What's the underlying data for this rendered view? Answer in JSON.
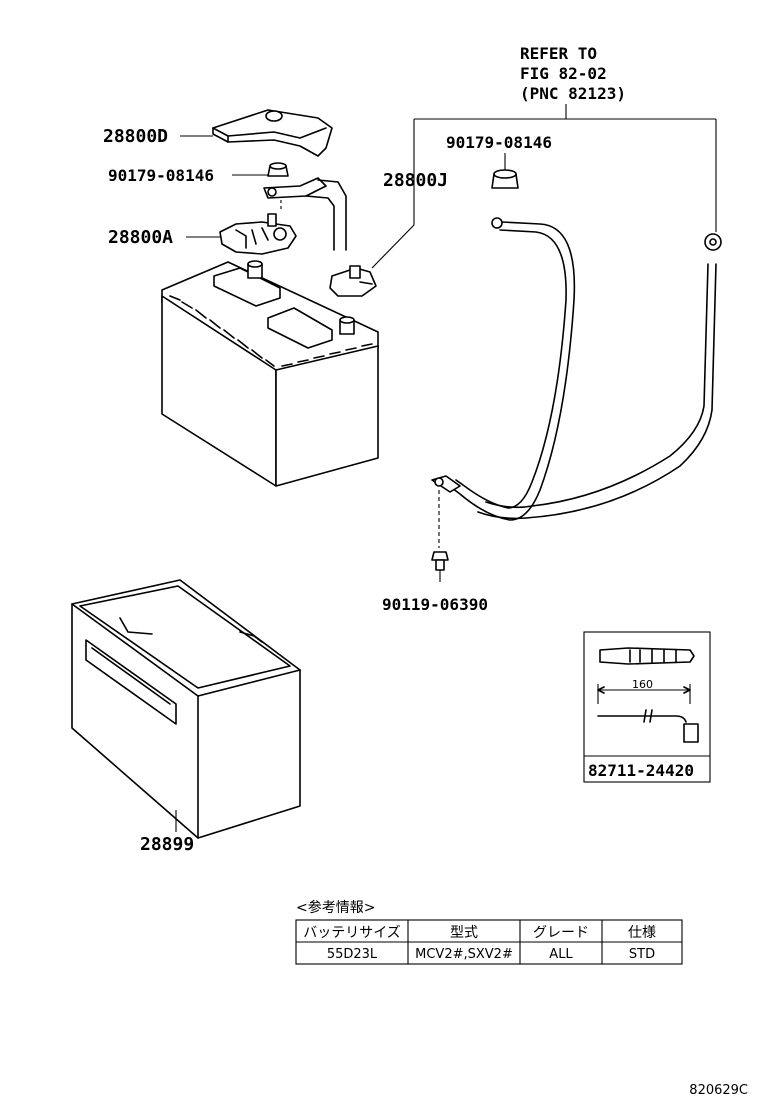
{
  "refer": {
    "line1": "REFER TO",
    "line2": "FIG 82-02",
    "line3": "(PNC 82123)"
  },
  "parts": {
    "p28800D": "28800D",
    "p90179_left": "90179-08146",
    "p28800A": "28800A",
    "p28800J": "28800J",
    "p90179_right": "90179-08146",
    "p90119": "90119-06390",
    "p28899": "28899",
    "p82711": "82711-24420"
  },
  "inset": {
    "dimension": "160"
  },
  "info_table": {
    "caption": "<参考情報>",
    "headers": [
      "バッテリサイズ",
      "型式",
      "グレード",
      "仕様"
    ],
    "row": [
      "55D23L",
      "MCV2#,SXV2#",
      "ALL",
      "STD"
    ]
  },
  "figure_code": "820629C"
}
